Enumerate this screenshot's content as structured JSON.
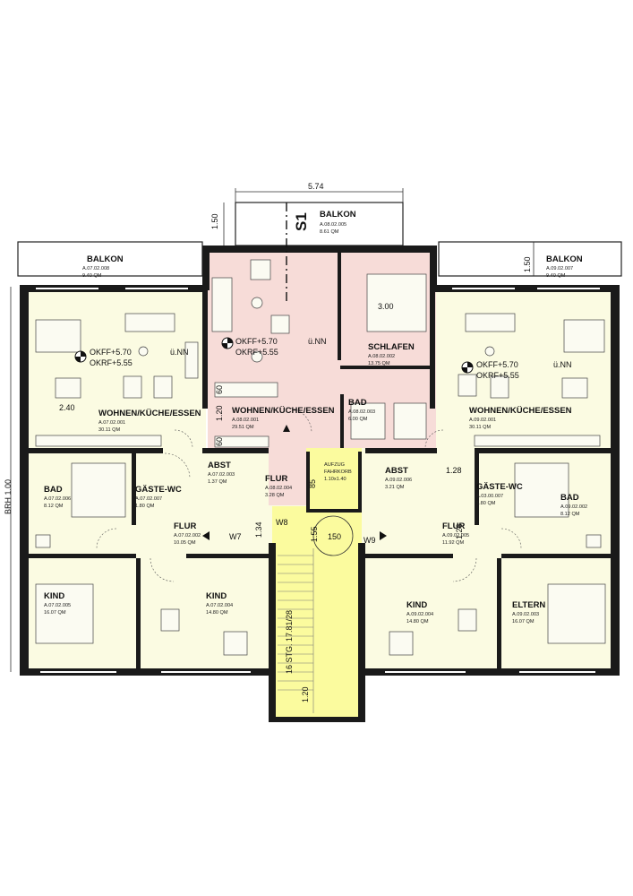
{
  "section_mark": "S1",
  "dimensions": {
    "top_width": "5.74",
    "balcony_left_depth": "1.50",
    "balcony_right_depth": "1.50",
    "wall_dim_60_a": "60",
    "wall_dim_120": "1.20",
    "wall_dim_60_b": "60",
    "bed_dim": "3.00",
    "wohnen_left_dim": "2.40",
    "abst_right_dim": "1.28",
    "flur_right_dim": "1.26",
    "flur_left_dim": "1.34",
    "stair_dim_85": "85",
    "stair_dim_155": "1.55",
    "landing": "150",
    "stair_bottom_dim": "1.20",
    "brh": "BRH 1.00"
  },
  "stair": {
    "label": "16 STG. 17.81/28"
  },
  "walls": {
    "w7": "W7",
    "w8": "W8",
    "w9": "W9"
  },
  "levels": {
    "left": {
      "okff": "OKFF+5.70",
      "okrf": "OKRF+5.55",
      "nn": "ü.NN"
    },
    "center": {
      "okff": "OKFF+5.70",
      "okrf": "OKRF+5.55",
      "nn": "ü.NN"
    },
    "right": {
      "okff": "OKFF+5.70",
      "okrf": "OKRF+5.55",
      "nn": "ü.NN"
    }
  },
  "rooms": {
    "balkon_left": {
      "name": "BALKON",
      "id": "A.07.02.008",
      "area": "9.40 QM"
    },
    "balkon_center": {
      "name": "BALKON",
      "id": "A.08.02.005",
      "area": "8.61 QM"
    },
    "balkon_right": {
      "name": "BALKON",
      "id": "A.09.02.007",
      "area": "9.40 QM"
    },
    "wohnen_left": {
      "name": "WOHNEN/KÜCHE/ESSEN",
      "id": "A.07.02.001",
      "area": "30.11 QM"
    },
    "wohnen_center": {
      "name": "WOHNEN/KÜCHE/ESSEN",
      "id": "A.08.02.001",
      "area": "29.51 QM"
    },
    "wohnen_right": {
      "name": "WOHNEN/KÜCHE/ESSEN",
      "id": "A.09.02.001",
      "area": "30.11 QM"
    },
    "schlafen": {
      "name": "SCHLAFEN",
      "id": "A.08.02.002",
      "area": "13.75 QM"
    },
    "bad_center": {
      "name": "BAD",
      "id": "A.08.02.003",
      "area": "6.00 QM"
    },
    "bad_left": {
      "name": "BAD",
      "id": "A.07.02.006",
      "area": "8.12 QM"
    },
    "gaeste_left": {
      "name": "GÄSTE-WC",
      "id": "A.07.02.007",
      "area": "1.80 QM"
    },
    "abst_left": {
      "name": "ABST",
      "id": "A.07.02.003",
      "area": "1.37 QM"
    },
    "flur_center": {
      "name": "FLUR",
      "id": "A.08.02.004",
      "area": "3.28 QM"
    },
    "aufzug": {
      "name": "AUFZUG",
      "line2": "FAHRKORB",
      "size": "1.10x1.40"
    },
    "abst_right": {
      "name": "ABST",
      "id": "A.09.02.006",
      "area": "3.21 QM"
    },
    "gaeste_right": {
      "name": "GÄSTE-WC",
      "id": "A.03.00.007",
      "area": "1.80 QM"
    },
    "bad_right": {
      "name": "BAD",
      "id": "A.09.02.002",
      "area": "8.12 QM"
    },
    "flur_left": {
      "name": "FLUR",
      "id": "A.07.02.002",
      "area": "10.05 QM"
    },
    "flur_right": {
      "name": "FLUR",
      "id": "A.09.02.005",
      "area": "11.92 QM"
    },
    "kind_left": {
      "name": "KIND",
      "id": "A.07.02.005",
      "area": "16.07 QM"
    },
    "kind_cl": {
      "name": "KIND",
      "id": "A.07.02.004",
      "area": "14.80 QM"
    },
    "kind_cr": {
      "name": "KIND",
      "id": "A.09.02.004",
      "area": "14.80 QM"
    },
    "eltern": {
      "name": "ELTERN",
      "id": "A.09.02.003",
      "area": "16.07 QM"
    }
  },
  "colors": {
    "unit_fill": "#fbfbe2",
    "center_unit_fill": "#f7dcd8",
    "stair_fill": "#fbfb9e",
    "wall": "#1a1a1a"
  }
}
